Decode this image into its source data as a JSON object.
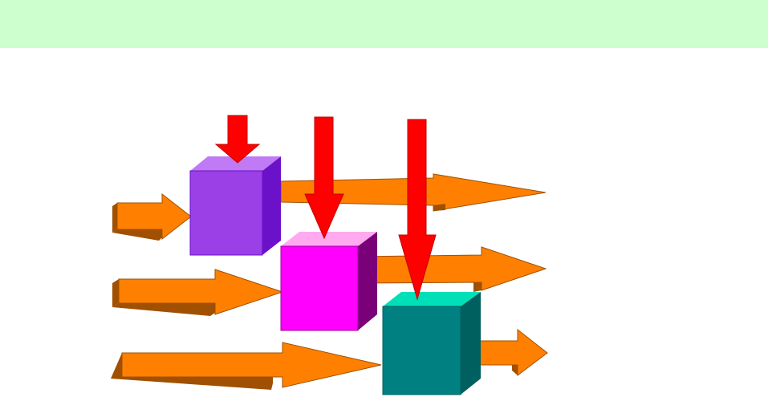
{
  "colors": {
    "banner": "#cdfecd",
    "flow_arrow_face": "#ff8000",
    "flow_arrow_side": "#a05000",
    "input_arrow": "#ff0000",
    "input_arrow_edge": "#c00000",
    "box_purple_front": "#9b3fe6",
    "box_purple_top": "#c07af5",
    "box_purple_side": "#6a11c9",
    "box_pink_front": "#ff00ff",
    "box_pink_top": "#ffaaf0",
    "box_pink_side": "#7a007a",
    "box_teal_front": "#008080",
    "box_teal_top": "#00e0b8",
    "box_teal_side": "#005f5f"
  },
  "diagram": {
    "flow_arrows": 6,
    "input_arrows": 3,
    "process_boxes": 3
  }
}
